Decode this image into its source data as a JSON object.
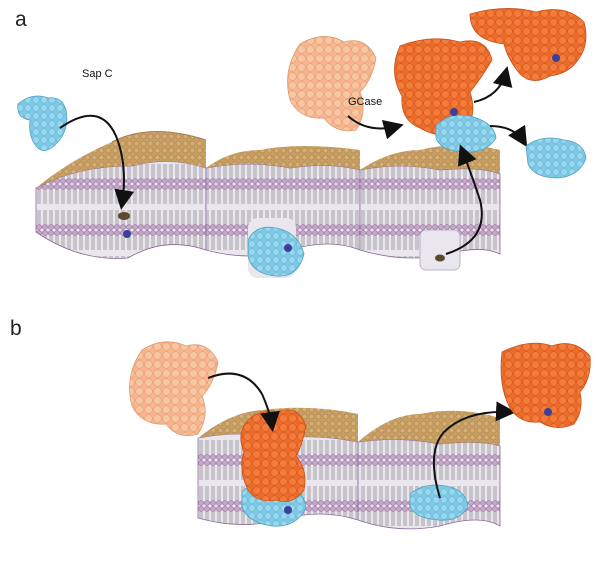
{
  "panels": {
    "a": {
      "letter": "a"
    },
    "b": {
      "letter": "b"
    }
  },
  "labels": {
    "sap_c": "Sap C",
    "gcase": "GCase"
  },
  "colors": {
    "bilayer_top": "#c9a064",
    "bilayer_head": "#b48b62",
    "bilayer_tail": "#8c8aa0",
    "bilayer_head_purple": "#9e7fb0",
    "sapc_blue": "#7fc9e6",
    "gcase_light": "#f6b58c",
    "gcase_orange": "#ec6a2a",
    "ligand": "#3b3f9c",
    "arrow": "#111111"
  }
}
